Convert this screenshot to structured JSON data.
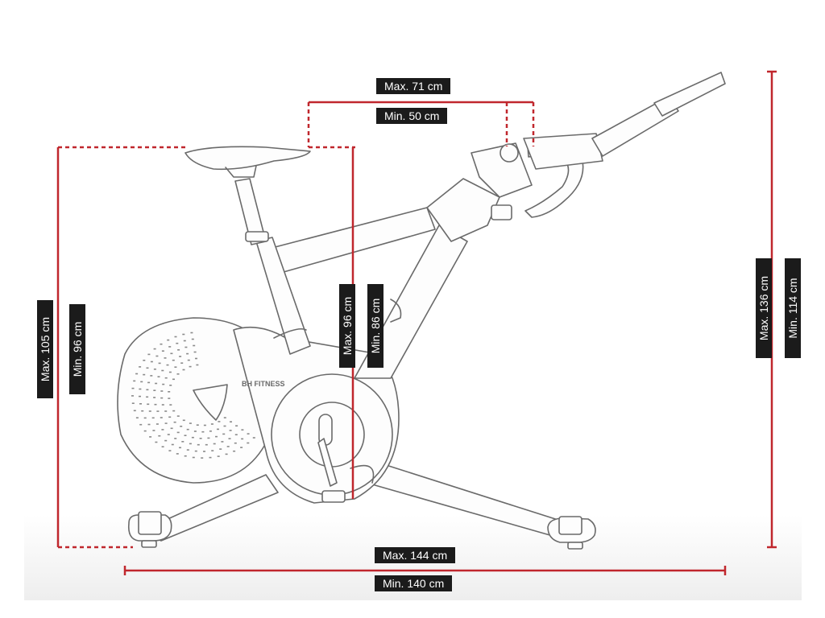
{
  "colors": {
    "dimension_line": "#c0272d",
    "label_bg": "#1b1b1b",
    "label_text": "#ffffff",
    "bike_line": "#6a6a6a"
  },
  "brand": "BH FITNESS",
  "dimensions": {
    "handlebar_reach_max": "Max. 71 cm",
    "handlebar_reach_min": "Min. 50 cm",
    "saddle_height_max": "Max. 105 cm",
    "saddle_height_min": "Min. 96 cm",
    "seat_to_floor_max": "Max. 96 cm",
    "seat_to_floor_min": "Min. 86 cm",
    "total_height_max": "Max. 136 cm",
    "total_height_min": "Min. 114 cm",
    "length_max": "Max. 144 cm",
    "length_min": "Min. 140 cm"
  }
}
